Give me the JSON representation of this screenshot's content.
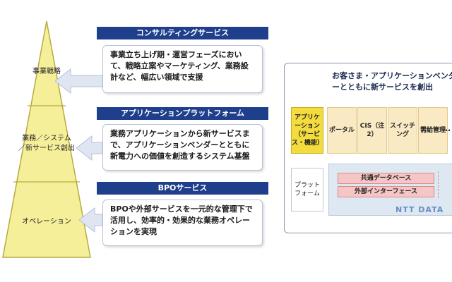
{
  "pyramid": {
    "tiers": [
      {
        "label": "事業戦略"
      },
      {
        "label": "業務／システム\n／新サービス創出"
      },
      {
        "label": "オペレーション"
      }
    ]
  },
  "services": [
    {
      "title": "コンサルティングサービス",
      "body": "事業立ち上げ期・運営フェーズにおいて、戦略立案やマーケティング、業務設計など、幅広い領域で支援"
    },
    {
      "title": "アプリケーションプラットフォーム",
      "body": "業務アプリケーションから新サービスまで、アプリケーションベンダーとともに新電力への価値を創造するシステム基盤"
    },
    {
      "title": "BPOサービス",
      "body": "BPOや外部サービスを一元的な管理下で活用し、効率的・効果的な業務オペレーションを実現"
    }
  ],
  "right_panel": {
    "title": "お客さま・アプリケーションベンダーとともに新サービスを創出",
    "app_label": "アプリケーション（サービス・機能）",
    "apps": [
      "ポータル",
      "CIS（注2）",
      "スイッチング",
      "需給管理"
    ],
    "ellipsis": "…",
    "platform_label": "プラットフォーム",
    "bars": [
      "共通データベース",
      "外部インターフェース"
    ],
    "brand": "NTT DATA"
  },
  "colors": {
    "pyramid": "#f6ef9a",
    "header": "#1f3f8c",
    "arrow": "#dfe6f2",
    "yellow": "#f4dc3e"
  }
}
